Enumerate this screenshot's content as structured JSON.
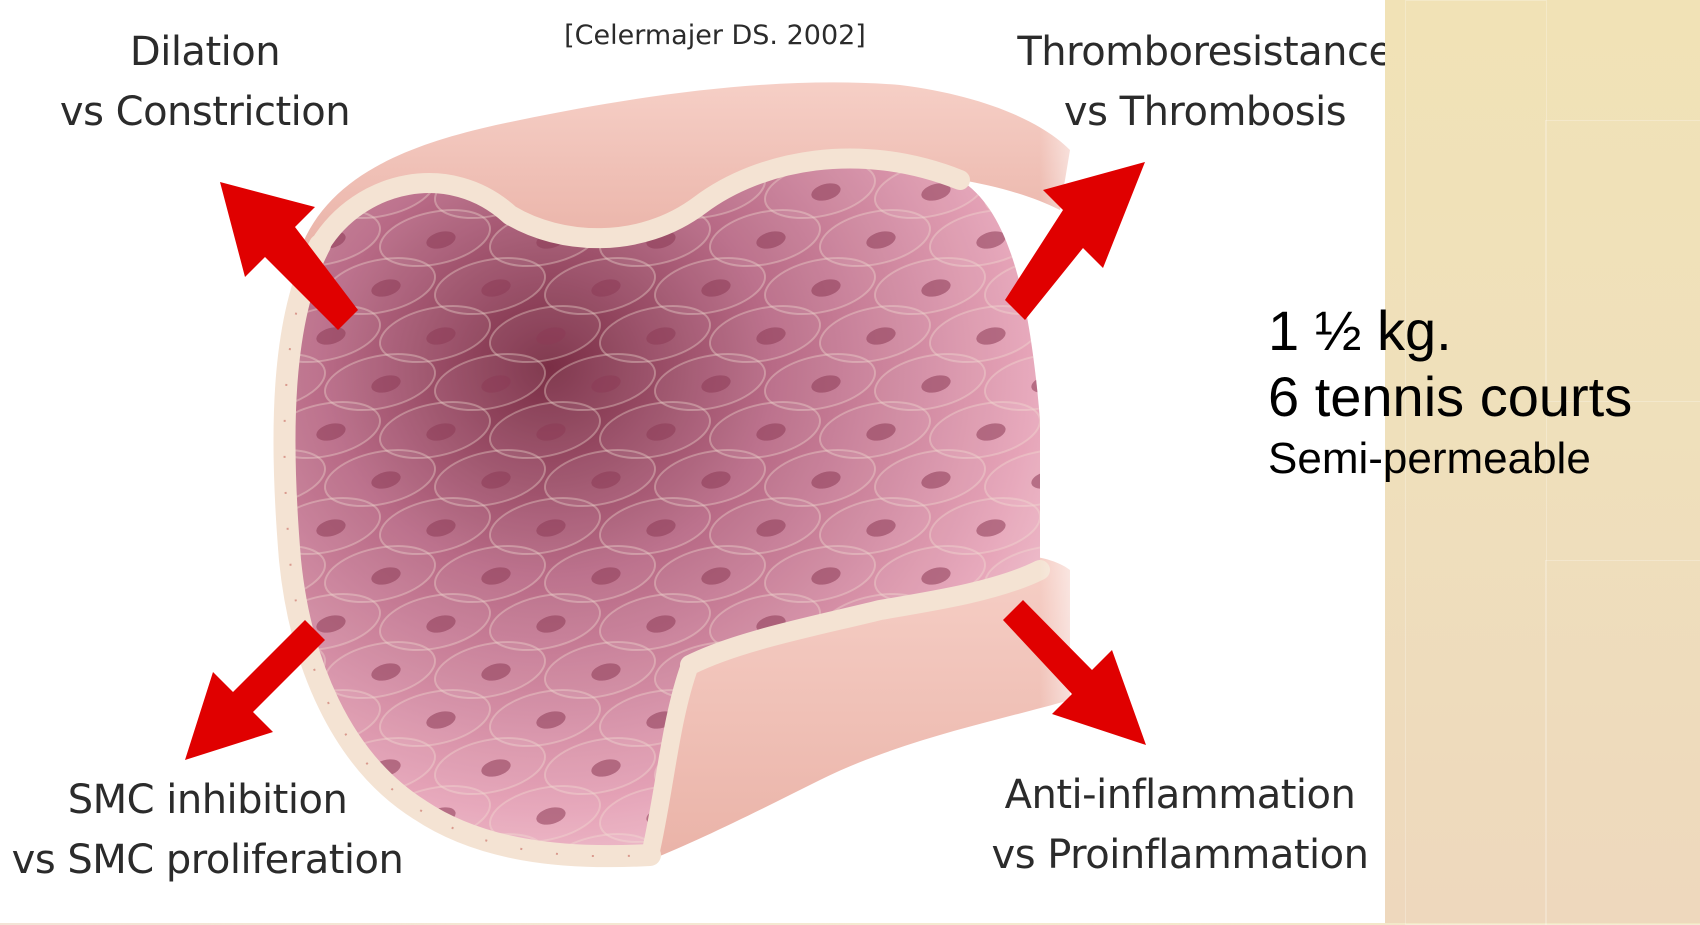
{
  "citation": "[Celermajer DS. 2002]",
  "labels": {
    "top_left": [
      "Dilation",
      "vs Constriction"
    ],
    "top_right": [
      "Thromboresistance",
      "vs Thrombosis"
    ],
    "bottom_left": [
      "SMC inhibition",
      "vs SMC proliferation"
    ],
    "bottom_right": [
      "Anti-inflammation",
      "vs Proinflammation"
    ]
  },
  "facts": {
    "weight": "1 ½ kg.",
    "area": "6 tennis courts",
    "property": "Semi-permeable"
  },
  "colors": {
    "arrow": "#e00000",
    "vessel_inner_dark": "#7a2e45",
    "vessel_inner_light": "#e6a4b8",
    "cell_edge": "#f4e3d3",
    "nucleus": "#8c3a55"
  },
  "icons": {
    "arrows": [
      "arrow-up-left-icon",
      "arrow-up-right-icon",
      "arrow-down-left-icon",
      "arrow-down-right-icon"
    ]
  }
}
